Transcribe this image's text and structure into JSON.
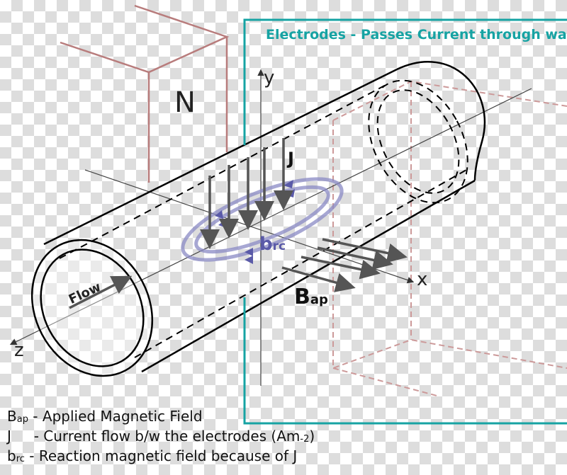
{
  "colors": {
    "electrode": "#16a3a3",
    "magnet": "#b87c7c",
    "reaction": "#6b6bb0",
    "arrow": "#555555"
  },
  "magnet_label": "N",
  "electrodes_label": "Electrodes - Passes Current through water",
  "axes": {
    "x": "x",
    "y": "y",
    "z": "z"
  },
  "flow_label": "Flow",
  "J_label": "J",
  "brc_label": {
    "main": "b",
    "sub": "rc"
  },
  "bap_label": {
    "main": "B",
    "sub": "ap"
  },
  "legend": [
    {
      "sym": "B",
      "sub": "ap",
      "text": " - Applied Magnetic Field"
    },
    {
      "sym": "J",
      "sub": "",
      "text": "     - Current flow b/w the electrodes (Am",
      "unit_sub": "-2",
      "tail": ")"
    },
    {
      "sym": "b",
      "sub": "rc",
      "text": " - Reaction magnetic field because of J"
    }
  ]
}
